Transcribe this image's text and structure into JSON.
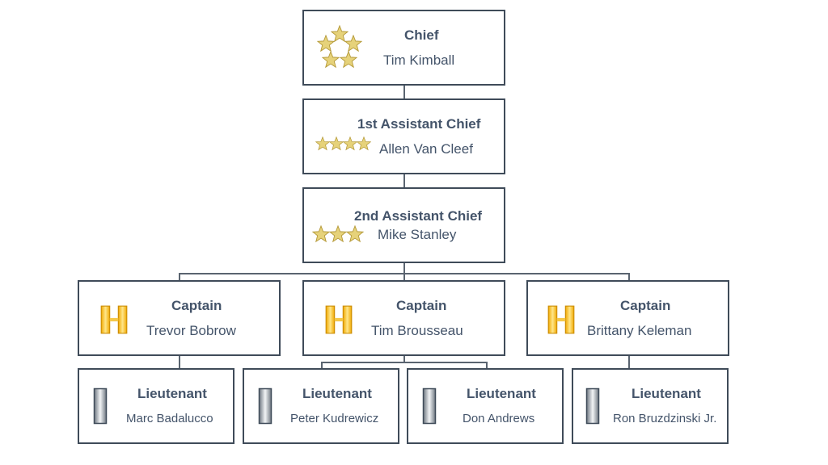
{
  "chief": {
    "title": "Chief",
    "name": "Tim Kimball",
    "insignia": "five-star-icon"
  },
  "first_assistant": {
    "title": "1st Assistant Chief",
    "name": "Allen Van Cleef",
    "insignia": "four-star-icon"
  },
  "second_assistant": {
    "title": "2nd Assistant Chief",
    "name": "Mike Stanley",
    "insignia": "three-star-icon"
  },
  "captains": [
    {
      "title": "Captain",
      "name": "Trevor Bobrow",
      "insignia": "captain-bars-icon"
    },
    {
      "title": "Captain",
      "name": "Tim Brousseau",
      "insignia": "captain-bars-icon"
    },
    {
      "title": "Captain",
      "name": "Brittany Keleman",
      "insignia": "captain-bars-icon"
    }
  ],
  "lieutenants": [
    {
      "title": "Lieutenant",
      "name": "Marc Badalucco",
      "insignia": "lieutenant-bar-icon"
    },
    {
      "title": "Lieutenant",
      "name": "Peter Kudrewicz",
      "insignia": "lieutenant-bar-icon"
    },
    {
      "title": "Lieutenant",
      "name": "Don Andrews",
      "insignia": "lieutenant-bar-icon"
    },
    {
      "title": "Lieutenant",
      "name": "Ron Bruzdzinski Jr.",
      "insignia": "lieutenant-bar-icon"
    }
  ],
  "colors": {
    "border": "#3f4b59",
    "text": "#44546a",
    "star": "#e6d27a",
    "captain_bar": "#f5b82a",
    "lieutenant_bar": "#9aa3ab"
  }
}
